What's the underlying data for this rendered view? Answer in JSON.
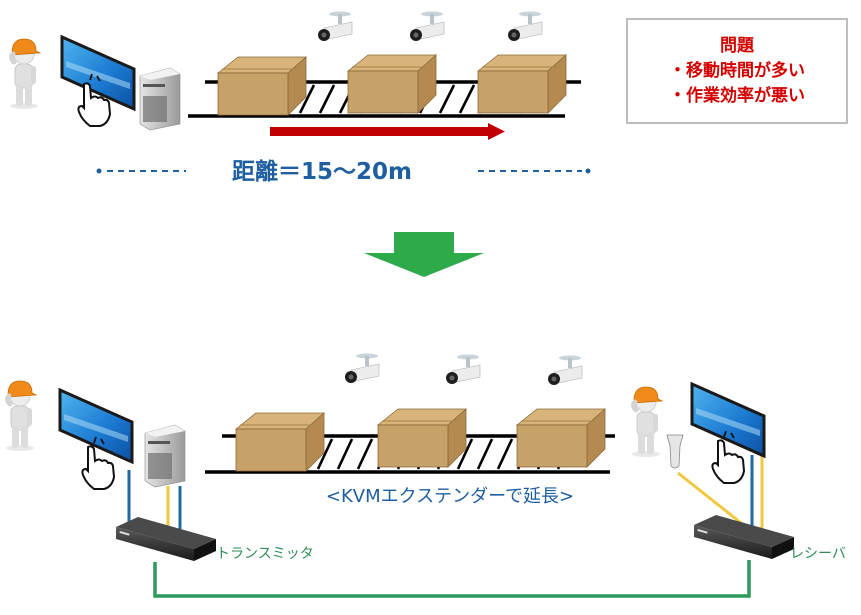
{
  "before": {
    "problem_box": {
      "title": "問題",
      "items": [
        "・移動時間が多い",
        "・作業効率が悪い"
      ]
    },
    "distance_label": "距離＝15～20m",
    "components": [
      "worker-icon",
      "touch-monitor-icon",
      "pc-tower-icon",
      "conveyor-belt",
      "cardboard-box-icon",
      "security-camera-icon",
      "direction-arrow-icon"
    ]
  },
  "transition_arrow": "down-arrow-icon",
  "after": {
    "extender_label": "<KVMエクステンダーで延長>",
    "transmitter_label": "トランスミッタ",
    "receiver_label": "レシーバ",
    "components": [
      "worker-icon",
      "touch-monitor-icon",
      "pc-tower-icon",
      "transmitter-unit",
      "receiver-unit",
      "barcode-scanner-icon",
      "conveyor-belt",
      "cardboard-box-icon",
      "security-camera-icon"
    ]
  },
  "colors": {
    "problem_text": "#d40000",
    "distance_text": "#1f5fa0",
    "arrow_red": "#c00000",
    "arrow_green": "#2eaa4a",
    "cable_blue": "#1f6aa5",
    "cable_yellow": "#f0c840",
    "cable_green": "#2e9a5a",
    "box_brown": "#c8a168"
  }
}
